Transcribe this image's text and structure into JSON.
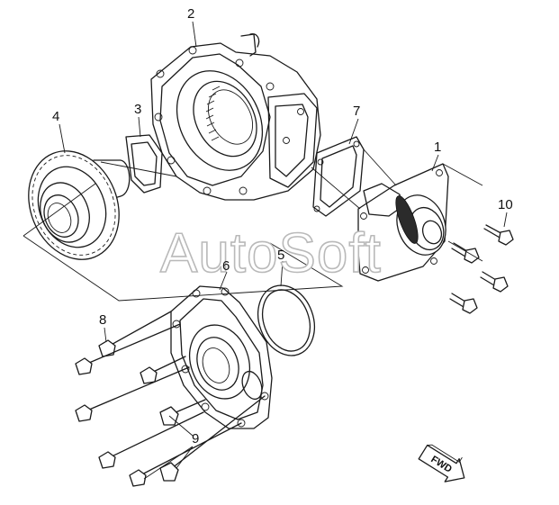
{
  "diagram": {
    "watermark": "AutoSoft",
    "forward_badge": "FWD",
    "callouts": [
      {
        "id": "c1",
        "label": "1"
      },
      {
        "id": "c2",
        "label": "2"
      },
      {
        "id": "c3",
        "label": "3"
      },
      {
        "id": "c4",
        "label": "4"
      },
      {
        "id": "c5",
        "label": "5"
      },
      {
        "id": "c6",
        "label": "6"
      },
      {
        "id": "c7",
        "label": "7"
      },
      {
        "id": "c8",
        "label": "8"
      },
      {
        "id": "c9",
        "label": "9"
      },
      {
        "id": "c10",
        "label": "10"
      }
    ]
  }
}
